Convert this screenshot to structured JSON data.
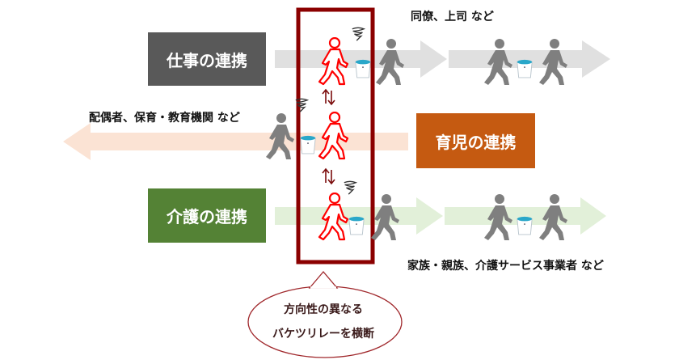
{
  "boxes": {
    "work": {
      "label": "仕事の連携",
      "color": "#595959"
    },
    "childcare": {
      "label": "育児の連携",
      "color": "#c55a11"
    },
    "nursing": {
      "label": "介護の連携",
      "color": "#548235"
    }
  },
  "labels": {
    "work_partners": "同僚、上司 など",
    "childcare_partners": "配偶者、保育・教育機関 など",
    "nursing_partners": "家族・親族、介護サービス事業者 など"
  },
  "callout": {
    "line1": "方向性の異なる",
    "line2": "バケツリレーを横断"
  },
  "colors": {
    "frame": "#8b0000",
    "work_arrow": "#e0e0e0",
    "childcare_arrow": "#fbe3d4",
    "nursing_arrow": "#e2f0d9",
    "person": "#7f7f7f",
    "highlight_person": "#ff0000"
  }
}
